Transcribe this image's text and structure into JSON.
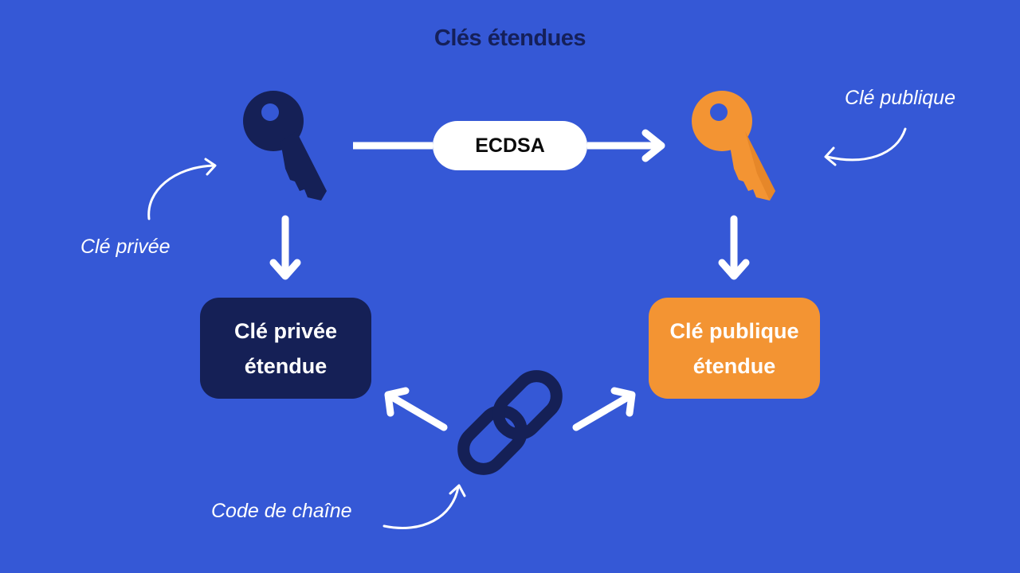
{
  "title": "Clés étendues",
  "labels": {
    "private_key": "Clé privée",
    "public_key": "Clé publique",
    "chain_code": "Code de chaîne"
  },
  "edge_label": "ECDSA",
  "boxes": {
    "extended_private": {
      "line1": "Clé privée",
      "line2": "étendue"
    },
    "extended_public": {
      "line1": "Clé publique",
      "line2": "étendue"
    }
  },
  "icons": {
    "private_key": "key-icon",
    "public_key": "key-icon",
    "chain_code": "chain-link-icon"
  },
  "colors": {
    "background": "#3558d6",
    "private": "#152056",
    "public": "#f39433",
    "arrow": "#ffffff",
    "pill": "#ffffff"
  }
}
